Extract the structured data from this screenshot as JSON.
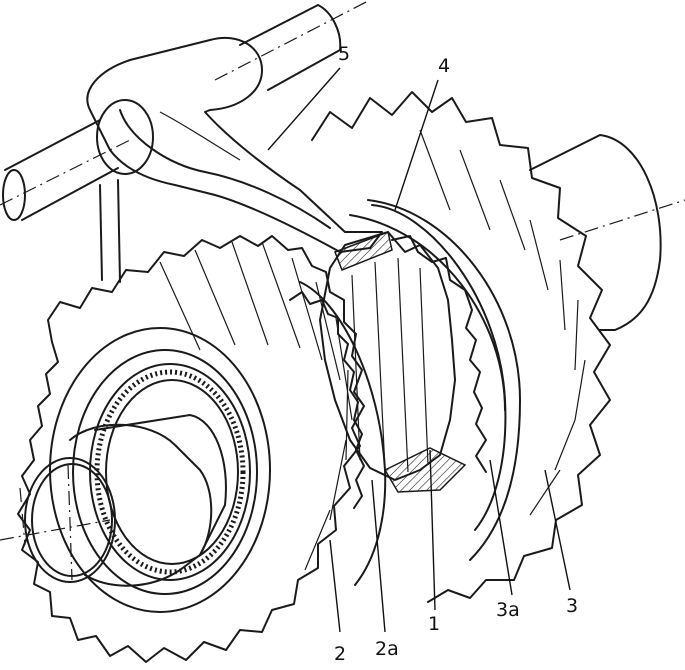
{
  "callouts": {
    "c5": "5",
    "c4": "4",
    "c3": "3",
    "c3a": "3a",
    "c1": "1",
    "c2": "2",
    "c2a": "2a"
  }
}
